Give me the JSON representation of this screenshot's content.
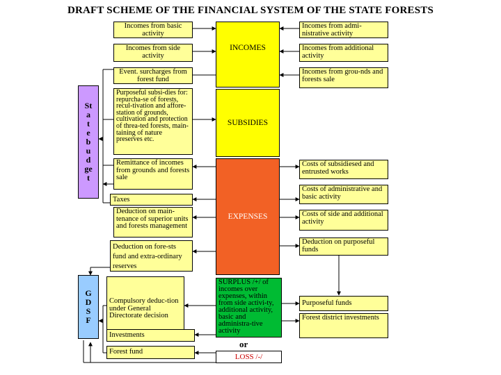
{
  "title": "DRAFT SCHEME OF THE  FINANCIAL  SYSTEM OF THE STATE FORESTS",
  "left_column": {
    "budget_letters": [
      "St",
      "a",
      "t",
      "e",
      "b",
      "u",
      "d",
      "ge",
      "t"
    ],
    "gdsf_letters": [
      "G",
      "D",
      "S",
      "F"
    ]
  },
  "middle_left": {
    "incomes_basic": "Incomes from basic activity",
    "incomes_side": "Incomes from side activity",
    "event_surcharges": "Event. surcharges from forest fund",
    "purposeful_subsidies": "Purposeful subsi-dies for: repurcha-se of forests, recul-tivation and affore-station of grounds, cultivation and protection of threa-ted forests, main-taining of nature preserves etc.",
    "remittance": "Remittance of incomes from grounds and forests sale",
    "taxes": "Taxes",
    "deduction_maintenance": "Deduction on main-tenance of superior units and forests management",
    "deduction_forests_fund": "Deduction on fore-sts fund and extra-ordinary reserves",
    "compulsory_deduction": "Compulsory deduc-tion under General Directorate decision",
    "investments": "Investments",
    "forest_fund": "Forest fund"
  },
  "center": {
    "incomes": "INCOMES",
    "subsidies": "SUBSIDIES",
    "expenses": "EXPENSES",
    "surplus": "SURPLUS  /+/ of incomes over expenses, within from side activi-ty, additional activity, basic and administra-tive activity",
    "or": "or",
    "loss": "LOSS  /-/"
  },
  "right": {
    "incomes_administrative": "Incomes from admi-nistrative activity",
    "incomes_additional": "Incomes from additional activity",
    "incomes_grounds": "Incomes from grou-nds and forests sale",
    "costs_subsidised": "Costs of subsidiesed and entrusted works",
    "costs_administrative": "Costs of administrative and basic activity",
    "costs_side": "Costs of side and additional activity",
    "deduction_purposeful": "Deduction on purposeful funds",
    "purposeful_funds": "Purposeful funds",
    "forest_district_investments": "Forest district investments"
  },
  "colors": {
    "light_yellow": "#ffff99",
    "yellow": "#ffff00",
    "expenses_orange": "#f26125",
    "surplus_green": "#00bb33",
    "budget_purple": "#cc99ff",
    "gdsf_blue": "#99ccff",
    "loss_red": "#cc0000"
  }
}
